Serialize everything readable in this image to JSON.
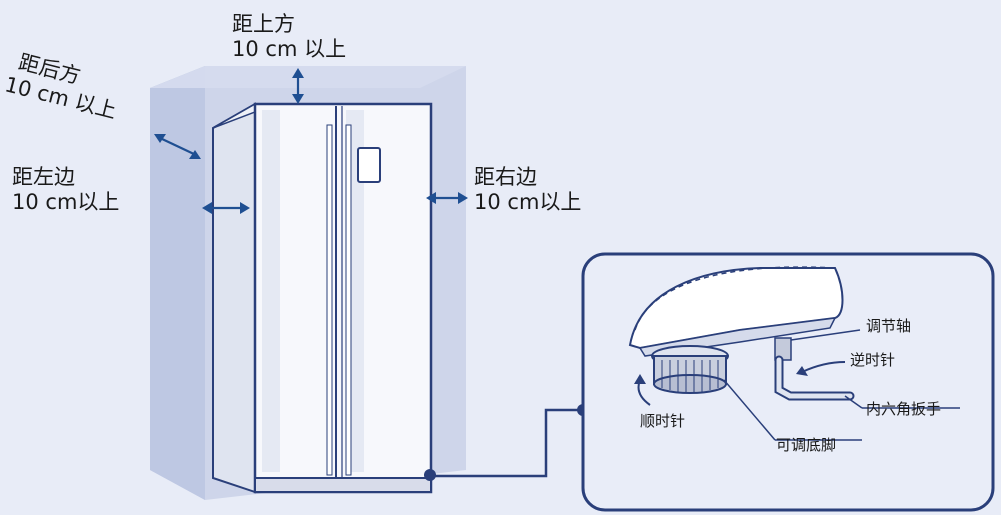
{
  "labels": {
    "top": {
      "line1": "距上方",
      "line2": "10 cm 以上"
    },
    "back": {
      "line1": "距后方",
      "line2": "10 cm 以上"
    },
    "left": {
      "line1": "距左边",
      "line2": "10 cm以上"
    },
    "right": {
      "line1": "距右边",
      "line2": "10 cm以上"
    }
  },
  "detail": {
    "shaft": "调节轴",
    "counterclockwise": "逆时针",
    "hex_wrench": "内六角扳手",
    "clockwise": "顺时针",
    "adjustable_foot": "可调底脚"
  },
  "colors": {
    "background": "#e8ecf7",
    "clearance_box": "#c9d1e8",
    "arrow": "#1f4f92",
    "outline": "#2a3f7a"
  }
}
